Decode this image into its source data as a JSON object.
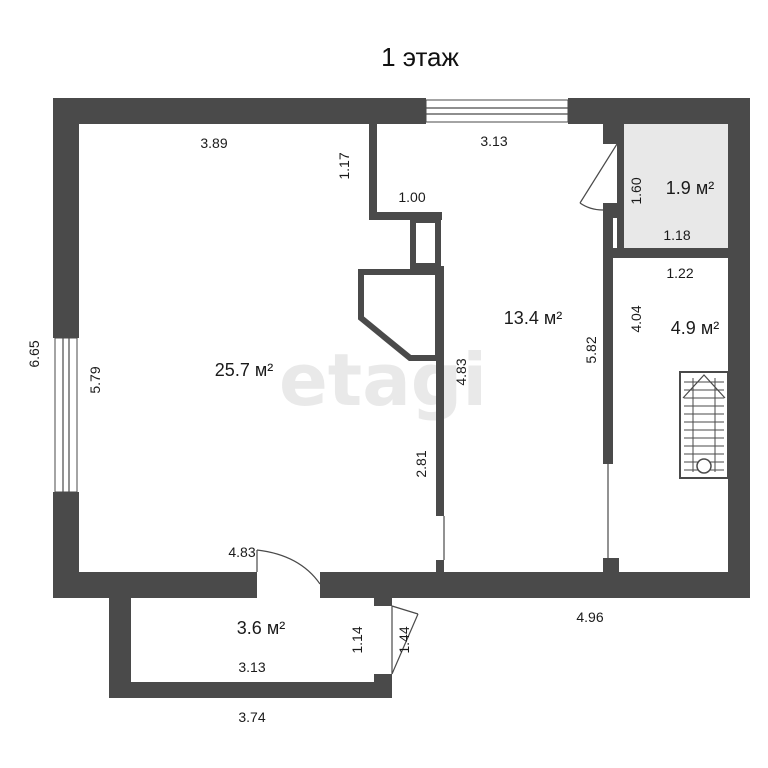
{
  "plan": {
    "title": "1 этаж",
    "watermark": "etagi",
    "colors": {
      "wall": "#4a4a4a",
      "storage_fill": "#e8e8e8",
      "background": "#ffffff"
    },
    "rooms": {
      "living": "25.7 м²",
      "hall": "13.4 м²",
      "storage": "1.9 м²",
      "stairs": "4.9 м²",
      "porch": "3.6 м²"
    },
    "dims": {
      "top_left": "3.89",
      "top_mid": "3.13",
      "alcove_height": "1.17",
      "alcove_width": "1.00",
      "storage_height": "1.60",
      "storage_width": "1.18",
      "stair_top": "1.22",
      "stair_height": "4.04",
      "hall_height": "5.82",
      "partition_long": "4.83",
      "partition_short": "2.81",
      "outer_height": "6.65",
      "inner_height": "5.79",
      "bottom_left": "4.83",
      "bottom_right": "4.96",
      "porch_height": "1.14",
      "porch_door": "1.44",
      "porch_inner": "3.13",
      "porch_outer": "3.74"
    }
  }
}
